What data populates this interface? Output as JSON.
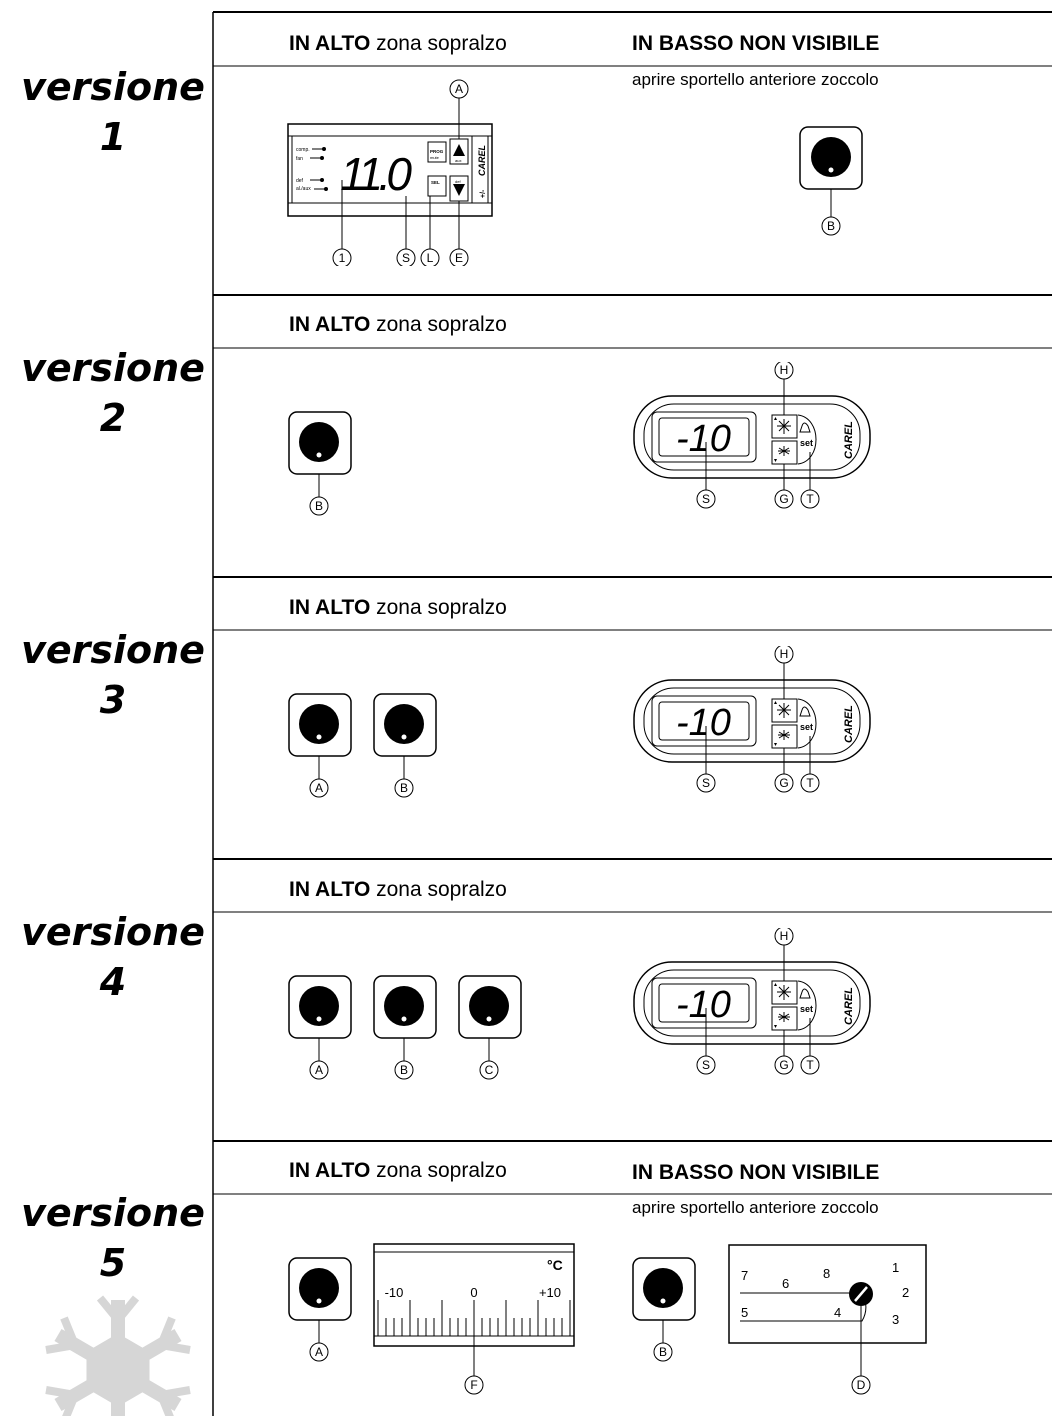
{
  "sections": [
    {
      "version_label": "versione",
      "version_number": "1",
      "left_header_bold": "IN ALTO",
      "left_header_rest": " zona sopralzo",
      "right_header": "IN BASSO NON VISIBILE",
      "right_sub": "aprire sportello anteriore zoccolo"
    },
    {
      "version_label": "versione",
      "version_number": "2",
      "left_header_bold": "IN ALTO",
      "left_header_rest": " zona sopralzo"
    },
    {
      "version_label": "versione",
      "version_number": "3",
      "left_header_bold": "IN ALTO",
      "left_header_rest": " zona sopralzo"
    },
    {
      "version_label": "versione",
      "version_number": "4",
      "left_header_bold": "IN ALTO",
      "left_header_rest": " zona sopralzo"
    },
    {
      "version_label": "versione",
      "version_number": "5",
      "left_header_bold": "IN ALTO",
      "left_header_rest": " zona sopralzo",
      "right_header": "IN BASSO NON VISIBILE",
      "right_sub": "aprire sportello anteriore zoccolo"
    }
  ],
  "controller_v1": {
    "display": "11.0",
    "led_labels": [
      "comp.",
      "fan",
      "def",
      "al./aux"
    ],
    "btn_prog": "PROG",
    "btn_prog_sub": "mute",
    "btn_sel": "SEL",
    "btn_up_sub": "aux",
    "btn_down_sub": "def",
    "brand": "CAREL",
    "plus_minus": "+/-",
    "callouts": {
      "top": "A",
      "led": "1",
      "display": "S",
      "sel": "L",
      "down": "E"
    }
  },
  "knob_v1": {
    "callout": "B"
  },
  "controller_small": {
    "display": "-10",
    "set_label": "set",
    "brand": "CAREL",
    "callouts": {
      "top": "H",
      "display": "S",
      "defrost": "G",
      "set": "T"
    }
  },
  "knobs_v2": [
    "B"
  ],
  "knobs_v3": [
    "A",
    "B"
  ],
  "knobs_v4": [
    "A",
    "B",
    "C"
  ],
  "v5": {
    "knob_left": "A",
    "knob_right": "B",
    "thermometer": {
      "unit": "°C",
      "ticks": [
        "-10",
        "0",
        "+10"
      ],
      "callout": "F"
    },
    "dial": {
      "numbers": [
        "7",
        "6",
        "8",
        "5",
        "4",
        "1",
        "2",
        "3"
      ],
      "callout": "D"
    }
  },
  "colors": {
    "line": "#000000",
    "snowflake": "#d6d6d6"
  }
}
